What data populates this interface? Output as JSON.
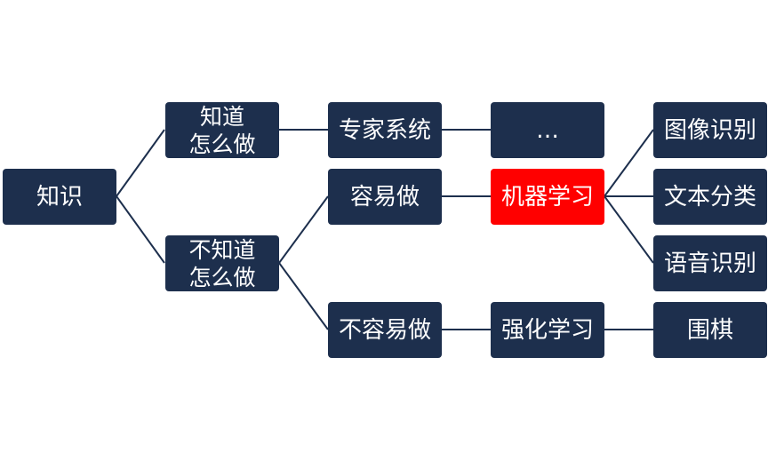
{
  "diagram": {
    "root": {
      "label": "知识"
    },
    "know_how": {
      "line1": "知道",
      "line2": "怎么做"
    },
    "not_know_how": {
      "line1": "不知道",
      "line2": "怎么做"
    },
    "expert_system": {
      "label": "专家系统"
    },
    "ellipsis": {
      "label": "…"
    },
    "easy": {
      "label": "容易做"
    },
    "machine_learning": {
      "label": "机器学习"
    },
    "not_easy": {
      "label": "不容易做"
    },
    "reinforcement_learning": {
      "label": "强化学习"
    },
    "image_recognition": {
      "label": "图像识别"
    },
    "text_classification": {
      "label": "文本分类"
    },
    "speech_recognition": {
      "label": "语音识别"
    },
    "go": {
      "label": "围棋"
    }
  },
  "colors": {
    "node_fill": "#1d2f4d",
    "highlight_fill": "#ff0000",
    "connector": "#1d2f4d",
    "text": "#ffffff"
  }
}
